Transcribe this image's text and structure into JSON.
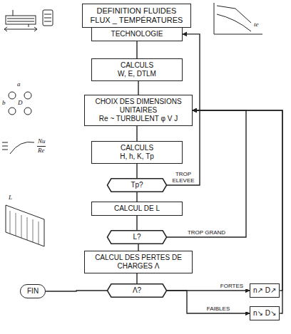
{
  "diagram": {
    "nodes": [
      {
        "text": [
          "DEFINITION FLUIDES FLUX _ TEMPÉRATURES"
        ]
      },
      {
        "text": [
          "TECHNOLOGIE"
        ]
      },
      {
        "text": [
          "CALCULS",
          "W, E, DTLM"
        ]
      },
      {
        "text": [
          "CHOIX DES DIMENSIONS UNITAIRES",
          "Re ~ TURBULENT φ V J"
        ]
      },
      {
        "text": [
          "CALCULS",
          "H, h, K, Tp"
        ]
      },
      {
        "text": [
          "Tp?"
        ]
      },
      {
        "text": [
          "CALCUL DE L"
        ]
      },
      {
        "text": [
          "L?"
        ]
      },
      {
        "text": [
          "CALCUL DES PERTES DE CHARGES Λ"
        ]
      },
      {
        "text": [
          "Λ?"
        ]
      },
      {
        "text": [
          "FIN"
        ]
      },
      {
        "text": [
          "n↗ D↗"
        ]
      },
      {
        "text": [
          "n↘ D↘"
        ]
      }
    ],
    "edges": [
      {
        "from": 1,
        "to": 2,
        "arrow": "none"
      },
      {
        "from": 2,
        "to": 3,
        "arrow": "none"
      },
      {
        "from": 3,
        "to": 4,
        "arrow": "none"
      },
      {
        "from": 4,
        "to": 5,
        "arrow": "none"
      },
      {
        "from": 5,
        "to": 6,
        "arrow": "none"
      },
      {
        "from": 6,
        "to": 7,
        "arrow": "none"
      },
      {
        "from": 7,
        "to": 8,
        "arrow": "none"
      },
      {
        "from": 8,
        "to": 9,
        "arrow": "none"
      },
      {
        "from": 5,
        "to": 1,
        "label": "TROP ELEVEE",
        "arrow": "to"
      },
      {
        "from": 7,
        "to": 3,
        "label": "TROP GRAND",
        "arrow": "to"
      },
      {
        "from": 9,
        "to": 10,
        "arrow": "none"
      },
      {
        "from": 9,
        "to": 11,
        "label": "FORTES",
        "arrow": "to"
      },
      {
        "from": 9,
        "to": 12,
        "label": "FAIBLES",
        "arrow": "to"
      },
      {
        "from": 11,
        "to": 3,
        "arrow": "to"
      },
      {
        "from": 12,
        "to": 3,
        "arrow": "to"
      }
    ],
    "labels": [
      "a",
      "b",
      "D",
      "Nu",
      "Re",
      "L",
      "te"
    ]
  }
}
